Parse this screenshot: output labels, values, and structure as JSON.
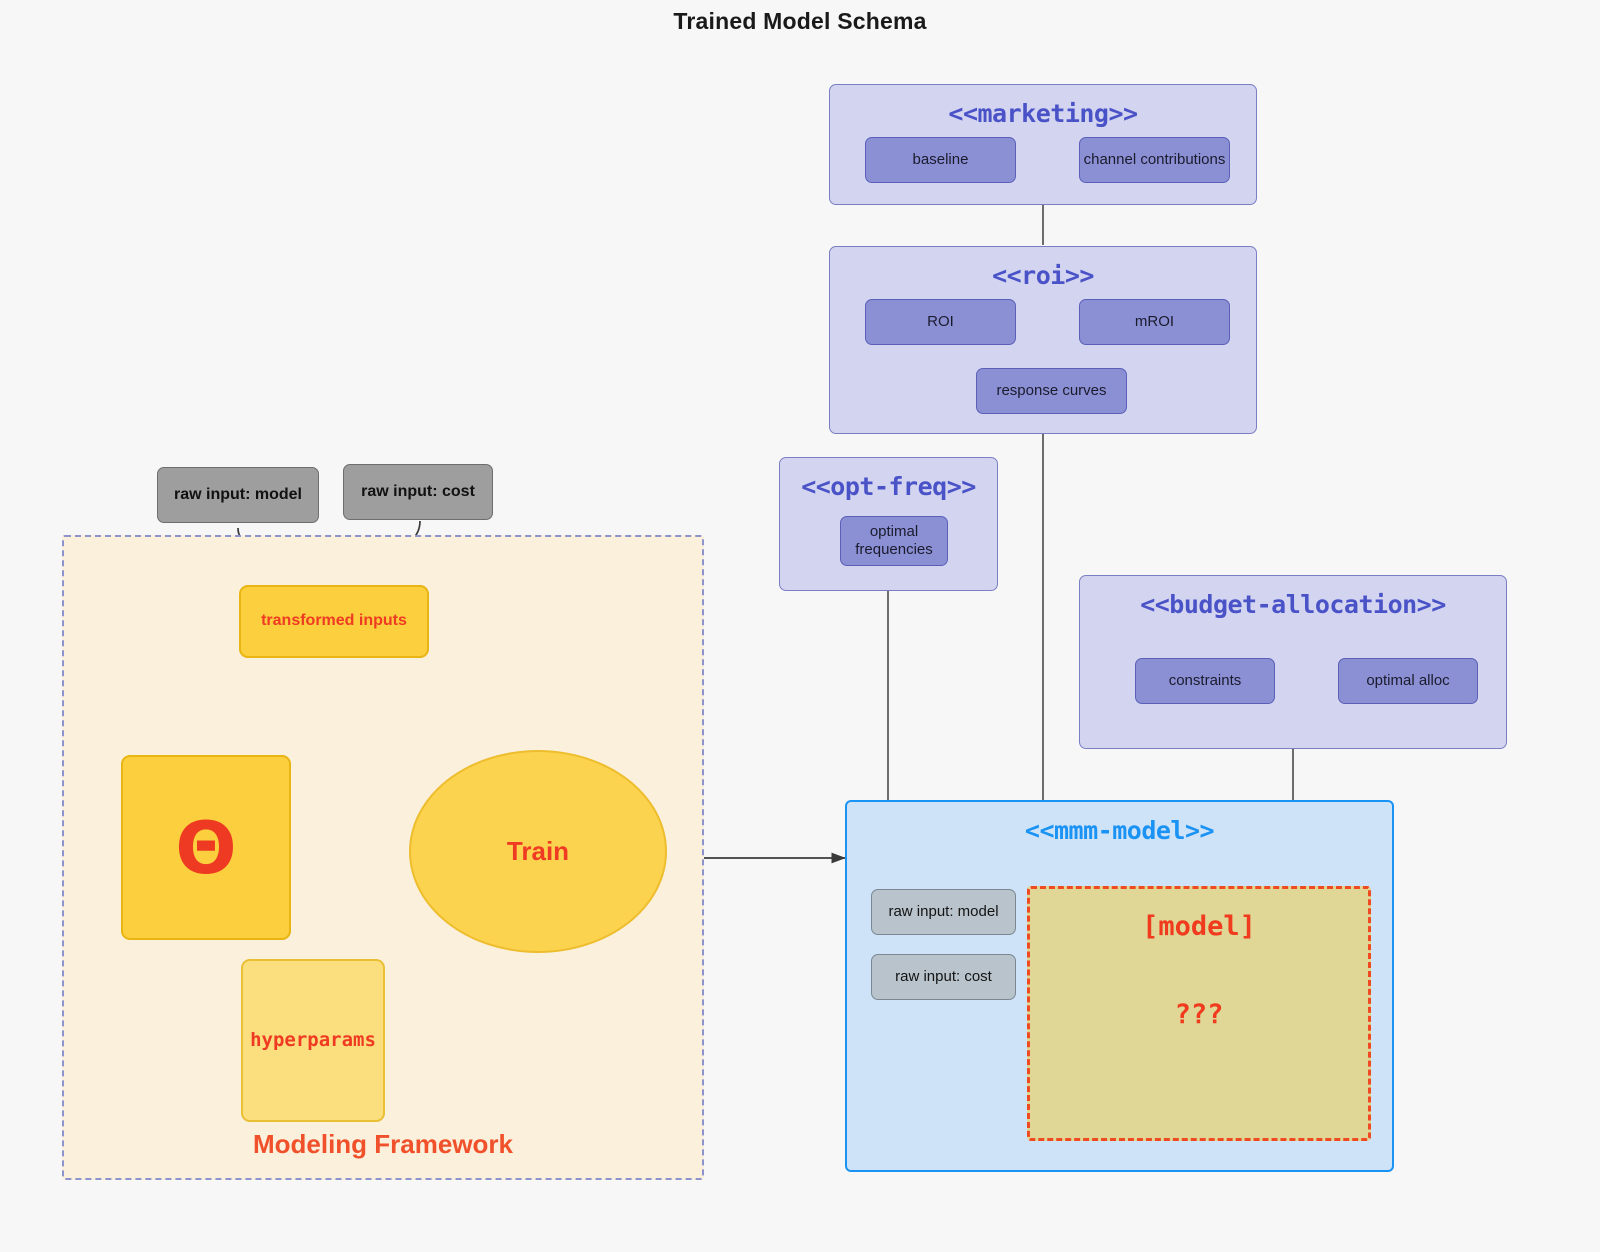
{
  "title": "Trained Model Schema",
  "packages": {
    "marketing": {
      "label": "<<marketing>>",
      "nodes": [
        {
          "label": "baseline"
        },
        {
          "label": "channel contributions"
        }
      ]
    },
    "roi": {
      "label": "<<roi>>",
      "nodes": [
        {
          "label": "ROI"
        },
        {
          "label": "mROI"
        },
        {
          "label": "response curves"
        }
      ]
    },
    "opt_freq": {
      "label": "<<opt-freq>>",
      "nodes": [
        {
          "label": "optimal\nfrequencies",
          "line1": "optimal",
          "line2": "frequencies"
        }
      ]
    },
    "budget_allocation": {
      "label": "<<budget-allocation>>",
      "nodes": [
        {
          "label": "constraints"
        },
        {
          "label": "optimal alloc"
        }
      ]
    },
    "mmm_model": {
      "label": "<<mmm-model>>",
      "inputs": [
        {
          "label": "raw input: model"
        },
        {
          "label": "raw input: cost"
        }
      ],
      "model_box": {
        "title": "[model]",
        "body": "???"
      }
    }
  },
  "framework": {
    "label": "Modeling Framework",
    "raw_inputs": [
      {
        "label": "raw input: model"
      },
      {
        "label": "raw input: cost"
      }
    ],
    "transformed_inputs": {
      "label": "transformed inputs"
    },
    "theta": {
      "label": "Θ"
    },
    "hyperparams": {
      "label": "hyperparams"
    },
    "train": {
      "label": "Train"
    }
  },
  "colors": {
    "background": "#f7f7f7",
    "package_fill": "#d3d5f0",
    "package_border": "#7a7fc4",
    "package_title": "#4a52c8",
    "node_purple": "#8b90d4",
    "mmm_fill": "#cfe3f8",
    "mmm_border": "#1b93f5",
    "model_inner_fill": "#e0d696",
    "accent_red": "#ef3b23",
    "framework_fill": "#faf0dc",
    "framework_border": "#8d93cd",
    "yellow_strong": "#fbcf3d",
    "yellow_soft": "#fbdf7e",
    "gray_dark": "#9e9e9e",
    "gray_light": "#b8c3cb"
  }
}
